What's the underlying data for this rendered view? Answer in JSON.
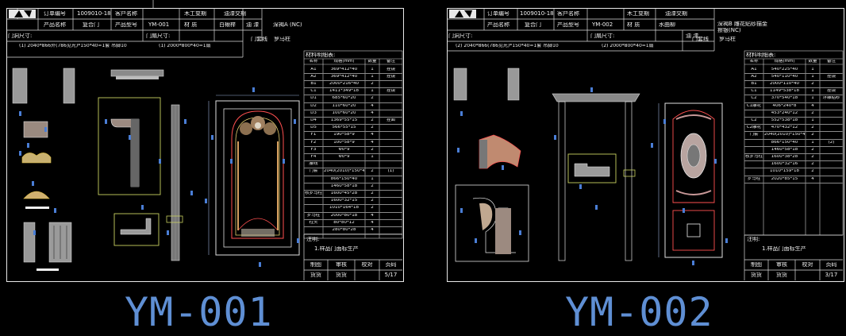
{
  "sheets": [
    {
      "order_no_label": "订单编号",
      "order_no": "1009010-18",
      "customer_label": "客户名称",
      "customer": "木工变期",
      "product_name_label": "产品名称",
      "product_name": "复合门",
      "product_model_label": "产品型号",
      "product_model": "YM-001",
      "material_label": "材    质",
      "material": "白楸榉",
      "paint_label": "油    漆",
      "paint": "深褐A (NC)",
      "delivery_label": "油漆交期",
      "opening_label": "门洞尺寸:",
      "opening_value": "(1) 2040*866外(786见光)*150*40=1套  吊脚10",
      "door_size_label": "门扇尺寸:",
      "door_size_value": "(1) 2000*800*40=1扇",
      "hardware_label": "门套线",
      "hardware": "罗马柱",
      "list_title": "材料明细表:",
      "list_headers": [
        "名称",
        "规格(mm)",
        "数量",
        "备注"
      ],
      "list_rows": [
        [
          "A1",
          "369*412*40",
          "1",
          "挂镜"
        ],
        [
          "A2",
          "369*412*40",
          "1",
          "挂镜"
        ],
        [
          "B1",
          "2000*216*40",
          "2",
          ""
        ],
        [
          "C1",
          "1411*349*18",
          "1",
          "挂镜"
        ],
        [
          "D1",
          "685*60*20",
          "2",
          ""
        ],
        [
          "D2",
          "110*60*20",
          "4",
          ""
        ],
        [
          "D3",
          "100*60*20",
          "4",
          ""
        ],
        [
          "D4",
          "1369*55*15",
          "2",
          "挂面"
        ],
        [
          "D5",
          "566*55*15",
          "2",
          ""
        ],
        [
          "F1",
          "190*58*9",
          "4",
          ""
        ],
        [
          "F2",
          "100*58*9",
          "4",
          ""
        ],
        [
          "F3",
          "Φ0*9",
          "2",
          ""
        ],
        [
          "F4",
          "Φ0*9",
          "1",
          ""
        ],
        [
          "腰线",
          "",
          "",
          ""
        ],
        [
          "门套",
          "2040(2010)*150*40",
          "2",
          "(1)"
        ],
        [
          "",
          "866*150*40",
          "1",
          ""
        ],
        [
          "",
          "1460*58*18",
          "2",
          ""
        ],
        [
          "核罗马柱",
          "1600*45*28",
          "2",
          ""
        ],
        [
          "",
          "1600*32*15",
          "2",
          ""
        ],
        [
          "",
          "1010*164*18",
          "2",
          ""
        ],
        [
          "罗马柱",
          "2000*80*18",
          "4",
          ""
        ],
        [
          "柱头",
          "80*80*12",
          "4",
          ""
        ],
        [
          "",
          "280*80*28",
          "4",
          ""
        ]
      ],
      "note_label": "注明:",
      "note_text": "1.样品门面标生产",
      "footer_labels": [
        "制图",
        "审核",
        "校对",
        "页码"
      ],
      "footer_values": [
        "货货",
        "货货",
        "",
        "5/17"
      ],
      "big_label": "YM-001"
    },
    {
      "order_no_label": "订单编号",
      "order_no": "1009010-18",
      "customer_label": "客户名称",
      "customer": "木工变期",
      "product_name_label": "产品名称",
      "product_name": "复合门",
      "product_model_label": "产品型号",
      "product_model": "YM-002",
      "material_label": "材    质",
      "material": "水曲柳",
      "paint_label": "油    漆",
      "paint": "深褐B  雕花贴纱描金",
      "paint2": "擦银(NC)",
      "delivery_label": "油漆交期",
      "opening_label": "门洞尺寸:",
      "opening_value": "(2) 2040*866(786见光)*150*40=1套  吊脚10",
      "door_size_label": "门扇尺寸:",
      "door_size_value": "(2) 2000*800*40=1扇",
      "hardware_label": "门套线",
      "hardware": "罗马柱",
      "list_title": "材料明细表:",
      "list_headers": [
        "名称",
        "规格(mm)",
        "数量",
        "备注"
      ],
      "list_rows": [
        [
          "A1",
          "540*225*40",
          "1",
          ""
        ],
        [
          "A2",
          "540*110*40",
          "1",
          "挂镜"
        ],
        [
          "B1",
          "2000*110*40",
          "2",
          ""
        ],
        [
          "C1",
          "1149*538*18",
          "1",
          "挂镜"
        ],
        [
          "C2",
          "370*540*18",
          "1",
          "浮雕贴纱"
        ],
        [
          "C1雕花",
          "406*240*8",
          "4",
          ""
        ],
        [
          "",
          "453*240*12",
          "2",
          ""
        ],
        [
          "C2",
          "552*538*18",
          "1",
          ""
        ],
        [
          "C2雕花",
          "470*432*12",
          "2",
          ""
        ],
        [
          "门套",
          "2040(2010)*150*40",
          "2",
          ""
        ],
        [
          "",
          "866*150*40",
          "1",
          "(2)"
        ],
        [
          "",
          "1460*58*18",
          "2",
          ""
        ],
        [
          "核罗马柱",
          "1600*38*28",
          "2",
          ""
        ],
        [
          "",
          "1600*32*16",
          "2",
          ""
        ],
        [
          "",
          "1010*159*18",
          "2",
          ""
        ],
        [
          "罗马柱",
          "2020*85*15",
          "4",
          ""
        ]
      ],
      "note_label": "注明:",
      "note_text": "1.样品门面标生产",
      "footer_labels": [
        "制图",
        "审核",
        "校对",
        "页码"
      ],
      "footer_values": [
        "货货",
        "货货",
        "",
        "3/17"
      ],
      "big_label": "YM-002"
    }
  ]
}
